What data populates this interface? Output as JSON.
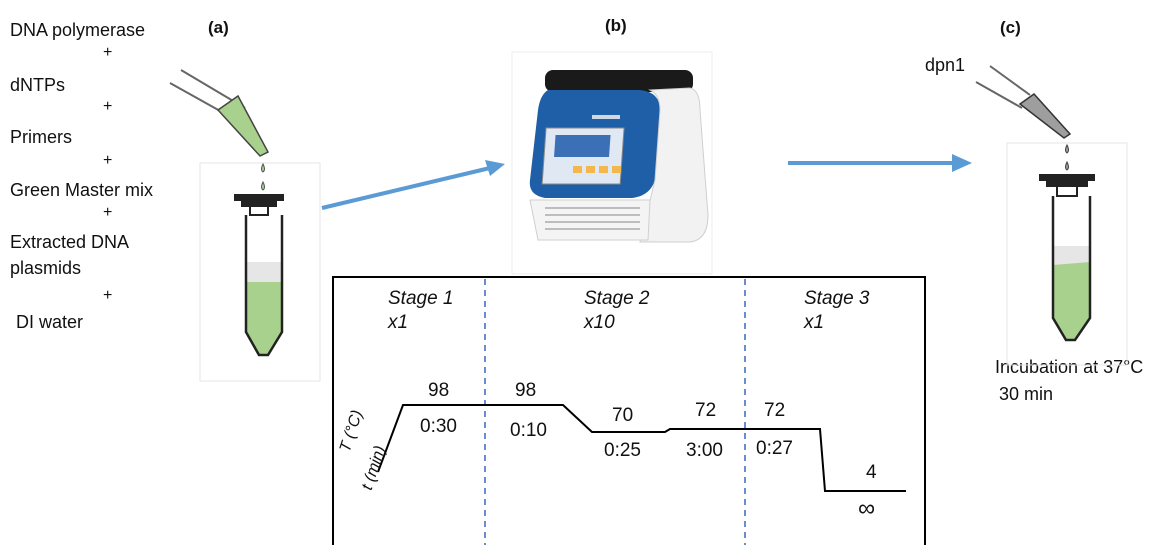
{
  "labels": {
    "a": "(a)",
    "b": "(b)",
    "c": "(c)"
  },
  "reagents": [
    "DNA polymerase",
    "dNTPs",
    "Primers",
    "Green Master mix",
    "Extracted DNA",
    "plasmids",
    "DI water"
  ],
  "plus": "+",
  "enzyme": "dpn1",
  "incubation": {
    "line1": "Incubation at 37°C",
    "line2": "30 min"
  },
  "stages": [
    {
      "name": "Stage 1",
      "cycles": "x1"
    },
    {
      "name": "Stage 2",
      "cycles": "x10"
    },
    {
      "name": "Stage 3",
      "cycles": "x1"
    }
  ],
  "axis": {
    "temp": "T (°C)",
    "time": "t (min)"
  },
  "profile": {
    "temps": [
      "98",
      "98",
      "70",
      "72",
      "72",
      "4"
    ],
    "times": [
      "0:30",
      "0:10",
      "0:25",
      "3:00",
      "0:27",
      "∞"
    ]
  },
  "colors": {
    "arrow": "#5b9bd5",
    "liquid": "#a9d18e",
    "divider": "#4472c4",
    "machine_blue": "#1f5fa8"
  }
}
